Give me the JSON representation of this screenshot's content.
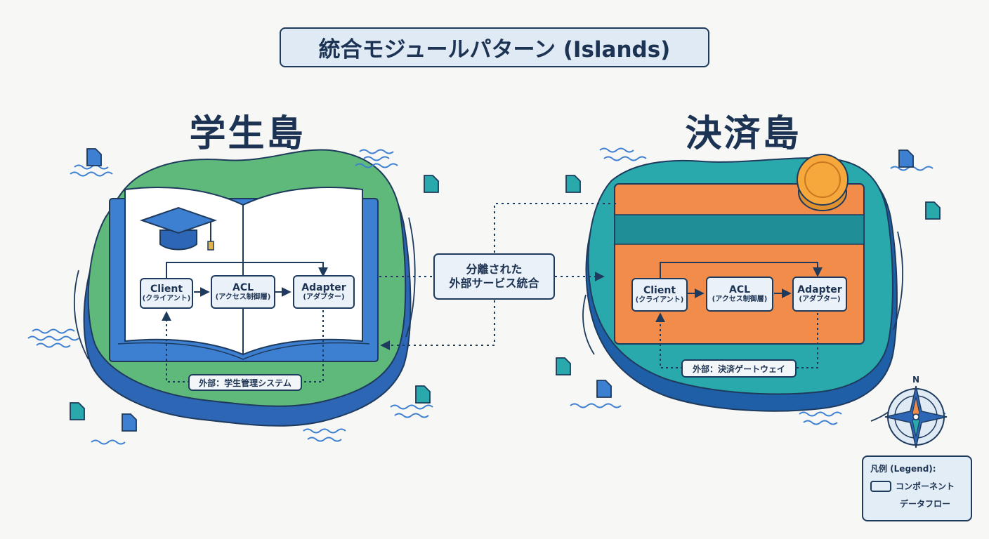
{
  "title": "統合モジュールパターン (Islands)",
  "islands": {
    "student": {
      "name": "学生島",
      "client": {
        "label": "Client",
        "sub": "(クライアント)"
      },
      "acl": {
        "label": "ACL",
        "sub": "(アクセス制御層)"
      },
      "adapter": {
        "label": "Adapter",
        "sub": "(アダプター)"
      },
      "external": "外部：学生管理システム"
    },
    "payment": {
      "name": "決済島",
      "client": {
        "label": "Client",
        "sub": "(クライアント)"
      },
      "acl": {
        "label": "ACL",
        "sub": "(アクセス制御層)"
      },
      "adapter": {
        "label": "Adapter",
        "sub": "(アダプター)"
      },
      "external": "外部：決済ゲートウェイ"
    }
  },
  "center": {
    "line1": "分離された",
    "line2": "外部サービス統合"
  },
  "compass": {
    "north": "N"
  },
  "legend": {
    "title": "凡例 (Legend):",
    "component": "コンポーネント",
    "dataflow": "データフロー"
  },
  "colors": {
    "navy": "#1e3a5c",
    "green_island": "#5fb97a",
    "blue_island": "#3d7fd1",
    "teal_island": "#2aa9ad",
    "card_orange": "#f28c4b",
    "card_stripe": "#1f8f95",
    "coin": "#f6a83c",
    "box_fill": "#eaf1f8"
  }
}
